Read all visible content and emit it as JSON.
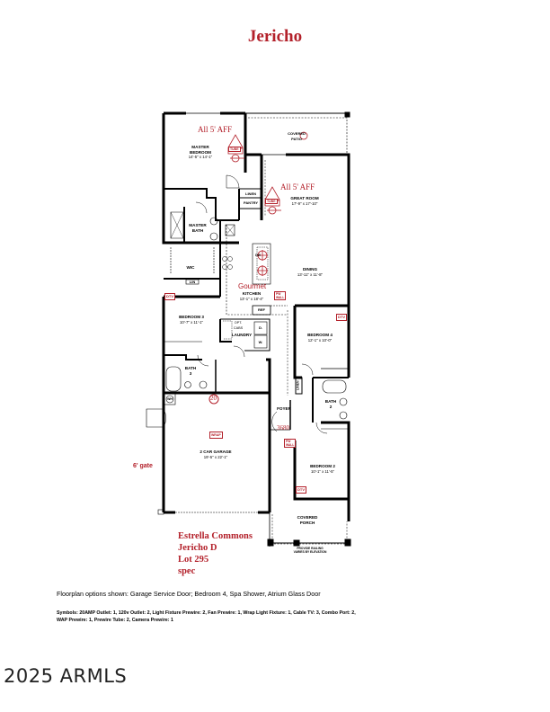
{
  "header": {
    "title": "Jericho"
  },
  "rooms": {
    "master_bedroom": {
      "name": "MASTER\nBEDROOM",
      "name1": "MASTER",
      "name2": "BEDROOM",
      "dim": "14'-5\" x 14'-1\""
    },
    "covered_patio": {
      "name1": "COVERED",
      "name2": "PATIO"
    },
    "great_room": {
      "name": "GREAT ROOM",
      "dim": "17'-9\" x 17'-10\""
    },
    "linen": {
      "name": "LINEN"
    },
    "pantry": {
      "name": "PANTRY"
    },
    "master_bath": {
      "name1": "MASTER",
      "name2": "BATH"
    },
    "wic": {
      "name": "WIC"
    },
    "lin": {
      "name": "LIN"
    },
    "dining": {
      "name": "DINING",
      "dim": "13'-11\" x 11'-8\""
    },
    "kitchen": {
      "name": "KITCHEN",
      "dim": "13'-1\" x 18'-4\""
    },
    "ref": {
      "name": "REF"
    },
    "bedroom3": {
      "name": "BEDROOM 3",
      "dim": "10'-7\" x 11'-1\""
    },
    "laundry": {
      "name": "LAUNDRY",
      "opt": "OPT.",
      "cabs": "CABS",
      "d": "D.",
      "w": "W."
    },
    "bedroom4": {
      "name": "BEDROOM 4",
      "dim": "12'-1\" x 10'-0\""
    },
    "bath3": {
      "name1": "BATH",
      "name2": "3"
    },
    "linen2": {
      "name": "LINEN"
    },
    "bath2": {
      "name1": "BATH",
      "name2": "2"
    },
    "foyer": {
      "name": "FOYER"
    },
    "garage": {
      "name": "2 CAR GARAGE",
      "dim": "19'-5\" x 22'-1\""
    },
    "bedroom2": {
      "name": "BEDROOM 2",
      "dim": "10'-1\" x 11'-5\""
    },
    "covered_porch": {
      "name1": "COVERED",
      "name2": "PORCH"
    },
    "wh": {
      "name": "WH"
    },
    "elevation_note": {
      "line1": "PROVIDE RAILING",
      "line2": "VARIES BY ELEVATION"
    }
  },
  "annotations": {
    "all5aff_master": "All 5' AFF",
    "all5aff_great": "All 5' AFF",
    "cp_tube": "TUBE",
    "cp_label": "CP",
    "gourmet": "Gourmet",
    "pw_label": "PW",
    "wall_label": "WALL",
    "door_3680": "3680",
    "garage_20": "20",
    "gate": "6' gate",
    "dty": "DTV",
    "wrap": "WRAP",
    "dw": "DW"
  },
  "lot_info": {
    "community": "Estrella Commons",
    "plan": "Jericho D",
    "lot": "Lot 295",
    "status": "spec"
  },
  "footer": {
    "options_shown": "Floorplan options shown: Garage Service Door;  Bedroom 4,  Spa Shower,  Atrium Glass Door",
    "symbols_line1": "Symbols: 20AMP Outlet: 1,  120v Outlet: 2,  Light Fixture Prewire: 2,  Fan Prewire: 1,  Wrap Light Fixture: 1,  Cable TV: 3,  Combo Port: 2,",
    "symbols_line2": "WAP Prewire: 1,  Prewire Tube: 2,  Camera Prewire: 1",
    "copyright": "2025 ARMLS"
  },
  "colors": {
    "accent_red": "#b3202a",
    "wall": "#000000"
  }
}
